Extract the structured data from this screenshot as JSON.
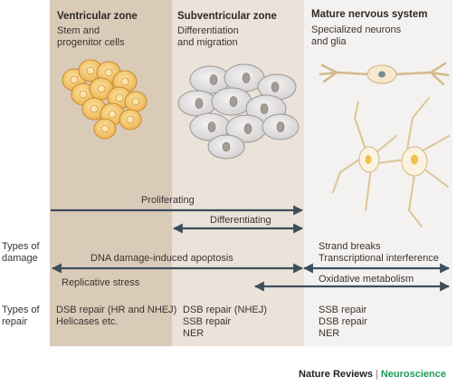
{
  "zones": {
    "ventricular": {
      "title": "Ventricular zone",
      "subtitle": "Stem and\nprogenitor cells"
    },
    "subventricular": {
      "title": "Subventricular zone",
      "subtitle": "Differentiation\nand migration"
    },
    "mature": {
      "title": "Mature nervous system",
      "subtitle": "Specialized neurons\nand glia"
    }
  },
  "arrows": {
    "proliferating": "Proliferating",
    "differentiating": "Differentiating",
    "apoptosis": "DNA damage-induced apoptosis",
    "replicative_stress": "Replicative stress",
    "oxidative_metabolism": "Oxidative metabolism"
  },
  "row_labels": {
    "damage": "Types of\ndamage",
    "repair": "Types of\nrepair"
  },
  "damage": {
    "mature": "Strand breaks\nTranscriptional interference"
  },
  "repair": {
    "ventricular": "DSB repair (HR and NHEJ)\nHelicases etc.",
    "subventricular": "DSB repair (NHEJ)\nSSB repair\nNER",
    "mature": "SSB repair\nDSB repair\nNER"
  },
  "credit": {
    "publisher": "Nature Reviews",
    "separator": "|",
    "journal": "Neuroscience"
  },
  "colors": {
    "ventricular_bg": "#d9cbb8",
    "subventricular_bg": "#ebe3d9",
    "mature_bg": "#f4f2f0",
    "arrow": "#3d4e5c",
    "progenitor_cell": "#f2c46a",
    "grey_cell": "#dedcdc",
    "neuron": "#f7e9cf",
    "journal_green": "#1f9a57"
  }
}
